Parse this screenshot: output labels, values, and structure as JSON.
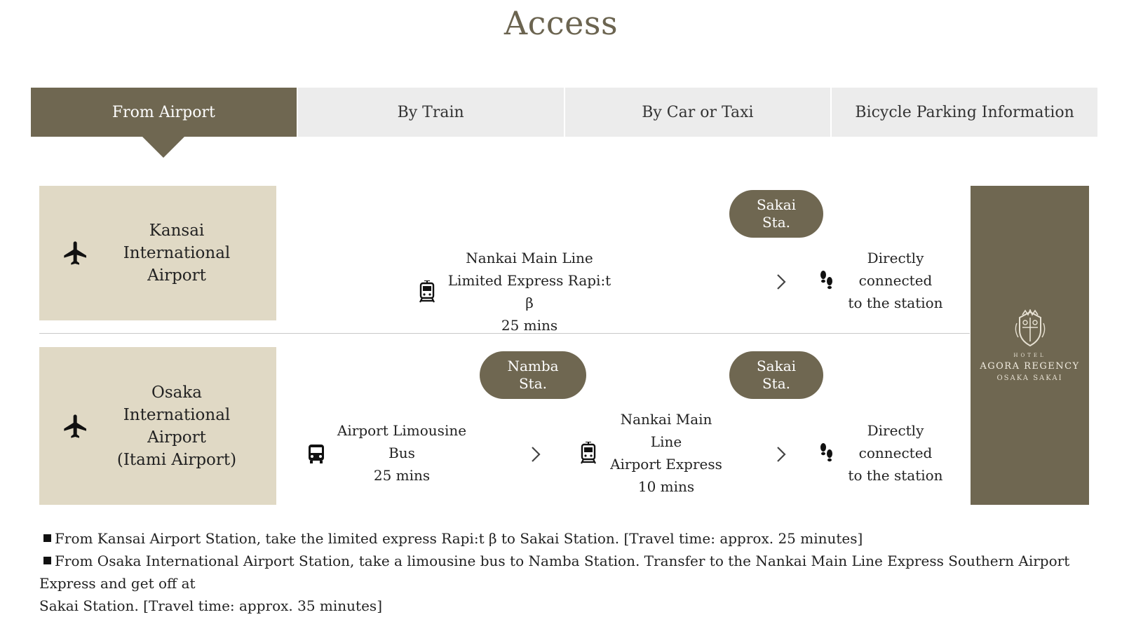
{
  "page": {
    "title": "Access"
  },
  "tabs": [
    {
      "label": "From Airport",
      "active": true
    },
    {
      "label": "By Train",
      "active": false
    },
    {
      "label": "By Car or Taxi",
      "active": false
    },
    {
      "label": "Bicycle Parking Information",
      "active": false
    }
  ],
  "routes": [
    {
      "airport": [
        "Kansai International",
        "Airport"
      ],
      "stations": [
        {
          "name": [
            "Sakai",
            "Sta."
          ]
        }
      ],
      "steps": [
        {
          "icon": "train-icon",
          "lines": [
            "Nankai Main Line",
            "Limited Express Rapi:t β",
            "25 mins"
          ]
        },
        {
          "icon": "footsteps-icon",
          "lines": [
            "Directly",
            "connected",
            "to the station"
          ]
        }
      ]
    },
    {
      "airport": [
        "Osaka International",
        "Airport",
        "(Itami Airport)"
      ],
      "stations": [
        {
          "name": [
            "Namba",
            "Sta."
          ]
        },
        {
          "name": [
            "Sakai",
            "Sta."
          ]
        }
      ],
      "steps": [
        {
          "icon": "bus-icon",
          "lines": [
            "Airport Limousine",
            "Bus",
            "25 mins"
          ]
        },
        {
          "icon": "train-icon",
          "lines": [
            "Nankai Main",
            "Line",
            "Airport Express",
            "10 mins"
          ]
        },
        {
          "icon": "footsteps-icon",
          "lines": [
            "Directly",
            "connected",
            "to the station"
          ]
        }
      ]
    }
  ],
  "hotel": {
    "small": "HOTEL",
    "name": "AGORA REGENCY",
    "sub": "OSAKA SAKAI"
  },
  "notes": [
    "From Kansai Airport Station, take the limited express Rapi:t β to Sakai Station. [Travel time: approx. 25 minutes]",
    "From Osaka International Airport Station, take a limousine bus to Namba Station. Transfer to the Nankai Main Line Express Southern Airport Express and get off at",
    "Sakai Station. [Travel time: approx. 35 minutes]"
  ],
  "colors": {
    "accent": "#6f6751",
    "airport_bg": "#e0d9c5",
    "tab_bg": "#ececec"
  }
}
